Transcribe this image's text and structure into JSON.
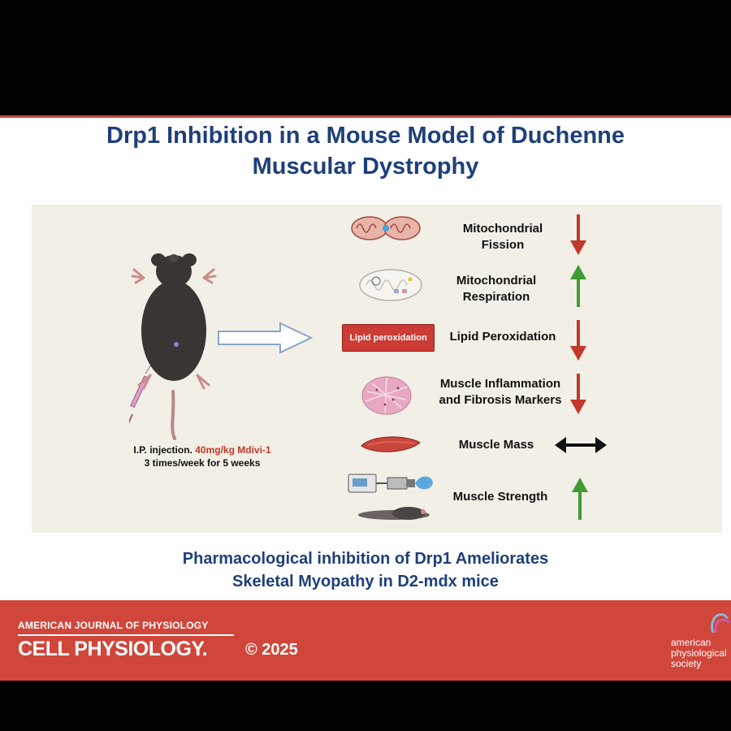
{
  "title": {
    "line1": "Drp1 Inhibition in a Mouse Model of Duchenne",
    "line2": "Muscular Dystrophy"
  },
  "injection": {
    "prefix": "I.P. injection.",
    "dose": "40mg/kg Mdivi-1",
    "schedule": "3 times/week for 5 weeks"
  },
  "outcomes": [
    {
      "line1": "Mitochondrial",
      "line2": "Fission",
      "effect": "down",
      "icon": "mitochondria-fission-icon"
    },
    {
      "line1": "Mitochondrial",
      "line2": "Respiration",
      "effect": "up",
      "icon": "mitochondria-respiration-icon"
    },
    {
      "line1": "Lipid Peroxidation",
      "line2": "",
      "effect": "down",
      "icon": "lipid-peroxidation-box",
      "box_label": "Lipid peroxidation"
    },
    {
      "line1": "Muscle Inflammation",
      "line2": "and Fibrosis Markers",
      "effect": "down",
      "icon": "muscle-histology-icon"
    },
    {
      "line1": "Muscle Mass",
      "line2": "",
      "effect": "no-change",
      "icon": "muscle-icon"
    },
    {
      "line1": "Muscle Strength",
      "line2": "",
      "effect": "up",
      "icon": "grip-strength-device-icon"
    }
  ],
  "subtitle": {
    "line1": "Pharmacological inhibition of Drp1 Ameliorates",
    "line2": "Skeletal Myopathy in D2-mdx mice"
  },
  "footer": {
    "journal_top": "AMERICAN JOURNAL OF PHYSIOLOGY",
    "journal_main": "CELL PHYSIOLOGY.",
    "year": "© 2025",
    "society": [
      "american",
      "physiological",
      "society"
    ]
  },
  "colors": {
    "title_blue": "#1e3f7a",
    "down_red": "#c0392b",
    "up_green": "#3f9c35",
    "neutral_black": "#111111",
    "footer_red": "#d0463b",
    "panel_beige": "#f1efe6"
  }
}
